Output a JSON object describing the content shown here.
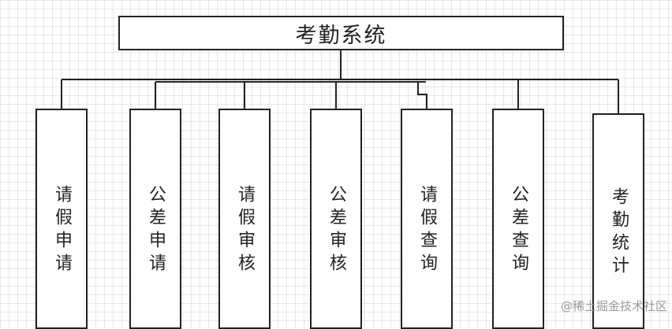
{
  "root": {
    "label": "考勤系统"
  },
  "modules": [
    {
      "id": "m1",
      "label": "请假申请"
    },
    {
      "id": "m2",
      "label": "公差申请"
    },
    {
      "id": "m3",
      "label": "请假审核"
    },
    {
      "id": "m4",
      "label": "公差审核"
    },
    {
      "id": "m5",
      "label": "请假查询"
    },
    {
      "id": "m6",
      "label": "公差查询"
    },
    {
      "id": "m7",
      "label": "考勤统计"
    }
  ],
  "watermark": "@稀土掘金技术社区",
  "colors": {
    "line": "#222222",
    "background": "#ffffff",
    "grid": "#e8e8e8"
  }
}
